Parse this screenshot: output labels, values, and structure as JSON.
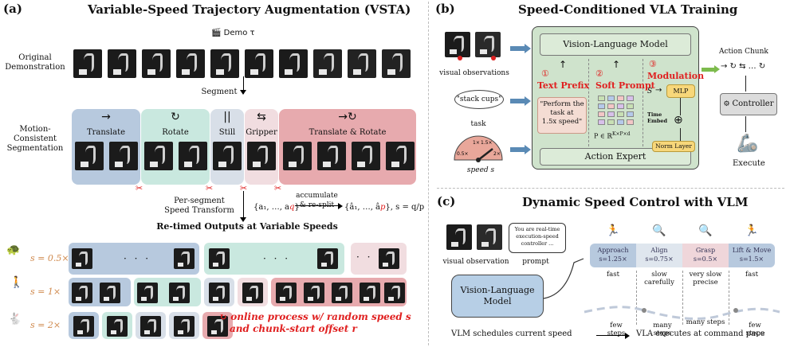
{
  "panel_a": {
    "tag": "(a)",
    "title": "Variable-Speed Trajectory Augmentation (VSTA)",
    "demo_label": "Demo τ",
    "row_original": "Original\nDemonstration",
    "segment_label": "Segment",
    "row_motion": "Motion-\nConsistent\nSegmentation",
    "segments": [
      {
        "icon": "→",
        "label": "Translate",
        "color": "#b7c9de"
      },
      {
        "icon": "↻",
        "label": "Rotate",
        "color": "#c9e8df"
      },
      {
        "icon": "||",
        "label": "Still",
        "color": "#d8dfe8"
      },
      {
        "icon": "⇆",
        "label": "Gripper",
        "color": "#f1dde0"
      },
      {
        "icon": "→↻",
        "label": "Translate & Rotate",
        "color": "#e7aaae"
      }
    ],
    "per_segment": "Per-segment\nSpeed Transform",
    "seq_in": "{a₁, …, a",
    "seq_in_q": "q",
    "seq_in_end": "}",
    "accumulate": "accumulate\n& re-split",
    "seq_out": "{â₁, …, â",
    "seq_out_p": "p",
    "seq_out_end": "}, s = q/p",
    "retimed_title": "Re-timed Outputs at Variable Speeds",
    "speeds": [
      "s = 0.5×",
      "s = 1×",
      "s = 2×"
    ],
    "dots": "· · ·",
    "online_note_1": "online process w/ random speed s",
    "online_note_2": "and chunk-start offset r"
  },
  "panel_b": {
    "tag": "(b)",
    "title": "Speed-Conditioned VLA Training",
    "visual_obs": "visual observations",
    "task_bubble": "\"stack cups\"",
    "task_label": "task",
    "speed_label": "speed s",
    "gauge_ticks": [
      "1×",
      "1.5×",
      "0.5×",
      "2×"
    ],
    "vlm": "Vision-Language Model",
    "num1": "①",
    "text_prefix": "Text Prefix",
    "prefix_text": "\"Perform the\ntask at\n1.5x speed\"",
    "num2": "②",
    "soft_prompt": "Soft Prompt",
    "soft_dim": "P ∈ ℝ",
    "soft_dim_sup": "K×P×d",
    "num3": "③",
    "modulation": "Modulation",
    "s_label": "S",
    "mlp": "MLP",
    "time_embed": "Time\nEmbed",
    "norm_layer": "Norm Layer",
    "action_expert": "Action Expert",
    "action_chunk": "Action Chunk",
    "chunk_seq": "→ ↻ ⇆ … ↻",
    "controller": "Controller",
    "execute": "Execute"
  },
  "panel_c": {
    "tag": "(c)",
    "title": "Dynamic Speed Control with VLM",
    "prompt_bubble": "You are real-time\nexecution-speed\ncontroller ...",
    "visual_obs": "visual observation",
    "prompt": "prompt",
    "vlm": "Vision-Language\nModel",
    "stages": [
      {
        "name": "Approach",
        "speed": "s=1.25×",
        "desc": "fast",
        "steps": "few\nsteps",
        "color": "#b7c9de"
      },
      {
        "name": "Align",
        "speed": "s=0.75×",
        "desc": "slow\ncarefully",
        "steps": "many\nsteps",
        "color": "#dfe6ee"
      },
      {
        "name": "Grasp",
        "speed": "s=0.5×",
        "desc": "very slow\nprecise",
        "steps": "many steps",
        "color": "#efd6da"
      },
      {
        "name": "Lift & Move",
        "speed": "s=1.5×",
        "desc": "fast",
        "steps": "few\nsteps",
        "color": "#b7c9de"
      }
    ],
    "footer_left": "VLM schedules current speed",
    "footer_right": "VLA executes at command pace"
  }
}
